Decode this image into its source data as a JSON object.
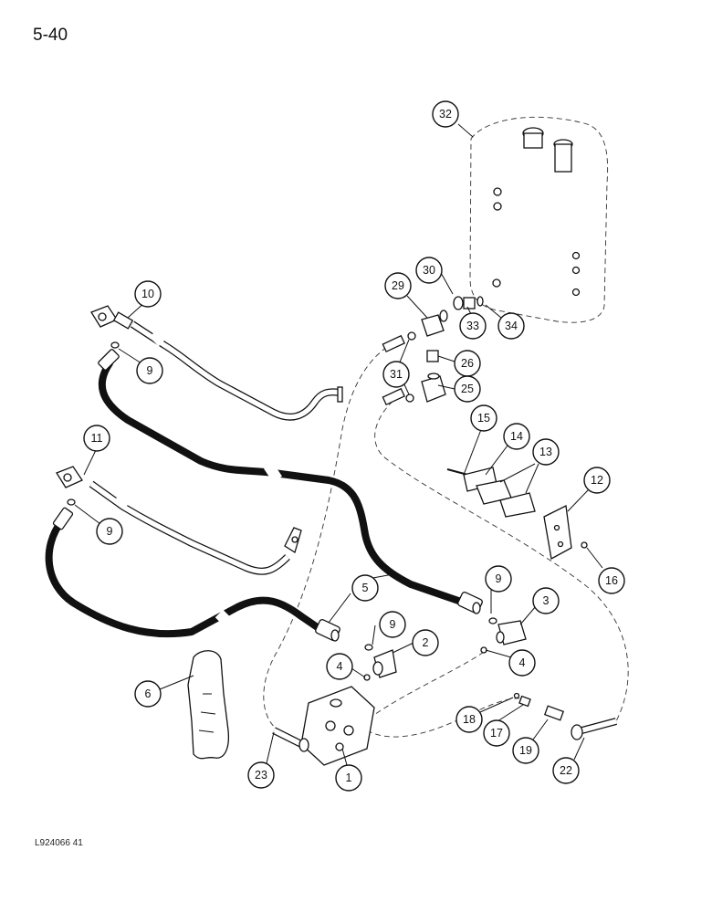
{
  "page_number": "5-40",
  "figure_code": "L924066 41",
  "callouts": {
    "c1": "1",
    "c2": "2",
    "c3": "3",
    "c4a": "4",
    "c4b": "4",
    "c5": "5",
    "c6": "6",
    "c9a": "9",
    "c9b": "9",
    "c9c": "9",
    "c9d": "9",
    "c10": "10",
    "c11": "11",
    "c12": "12",
    "c13": "13",
    "c14": "14",
    "c15": "15",
    "c16": "16",
    "c17": "17",
    "c18": "18",
    "c19": "19",
    "c22": "22",
    "c23": "23",
    "c25": "25",
    "c26": "26",
    "c29": "29",
    "c30": "30",
    "c31": "31",
    "c32": "32",
    "c33": "33",
    "c34": "34"
  }
}
